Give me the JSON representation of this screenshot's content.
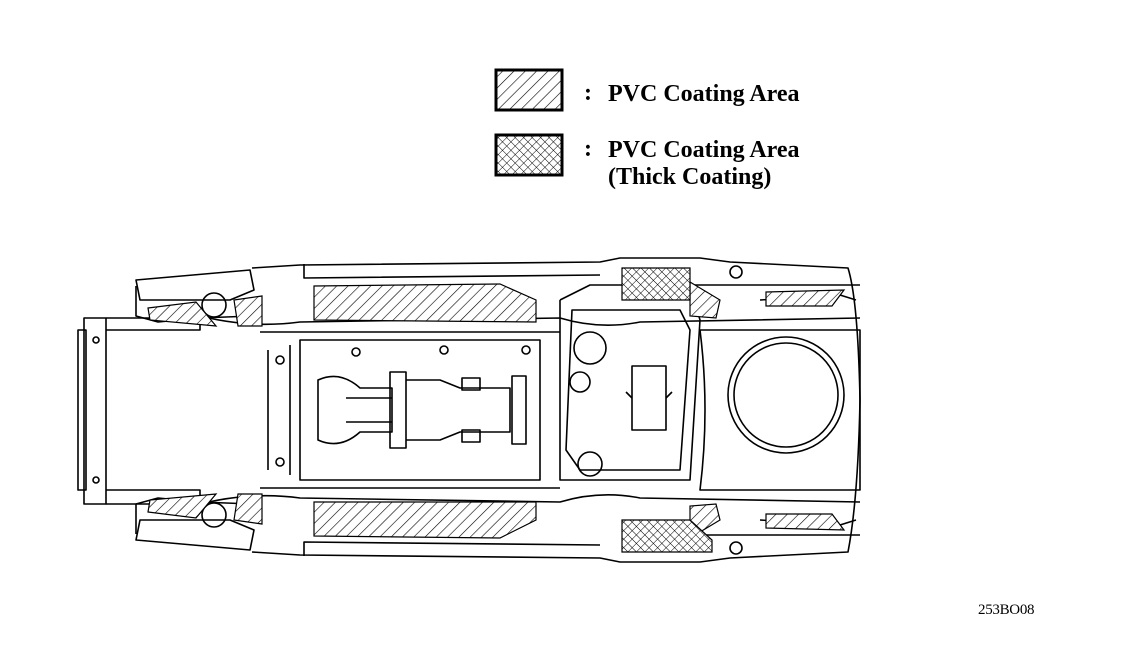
{
  "legend": {
    "colon": ":",
    "items": [
      {
        "line1": "PVC Coating Area",
        "line2": "",
        "pattern": "hatch"
      },
      {
        "line1": "PVC Coating Area",
        "line2": "(Thick Coating)",
        "pattern": "crosshatch"
      }
    ]
  },
  "figure_id": "253BO08",
  "colors": {
    "line": "#000000",
    "background": "#ffffff"
  }
}
